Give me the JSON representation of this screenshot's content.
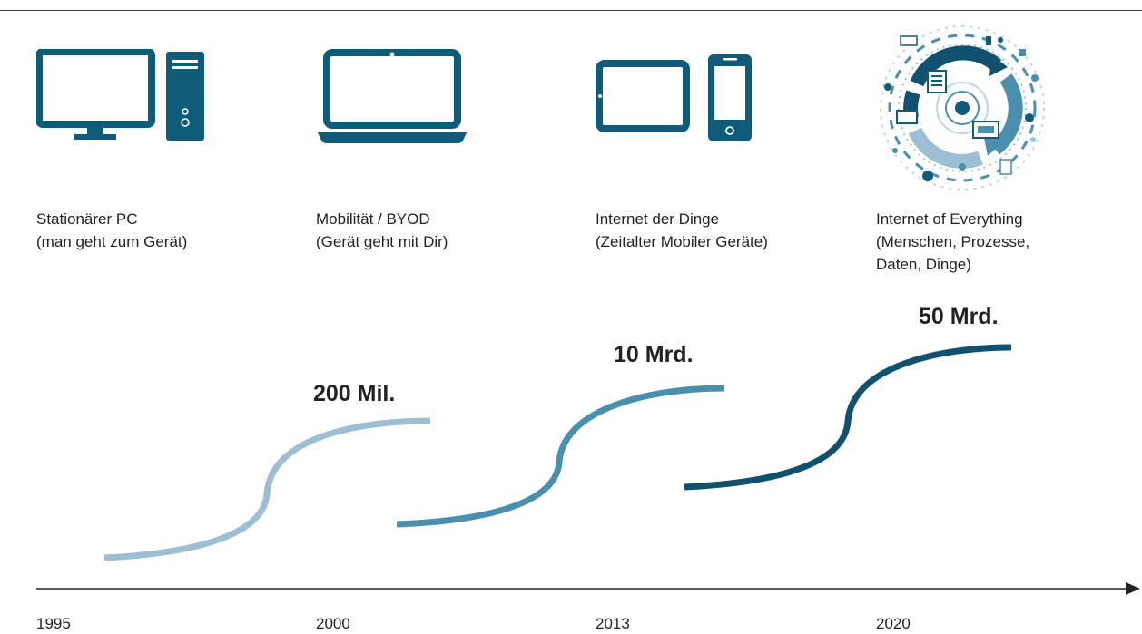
{
  "eras": [
    {
      "line1": "Stationärer PC",
      "line2": "(man geht zum Gerät)",
      "icon": "desktop-pc-icon"
    },
    {
      "line1": "Mobilität / BYOD",
      "line2": "(Gerät geht mit Dir)",
      "icon": "laptop-icon"
    },
    {
      "line1": "Internet der Dinge",
      "line2": "(Zeitalter Mobiler Geräte)",
      "icon": "tablet-phone-icon"
    },
    {
      "line1": "Internet of Everything",
      "line2": "(Menschen, Prozesse,",
      "line3": "Daten, Dinge)",
      "icon": "network-globe-icon"
    }
  ],
  "counts": [
    "200 Mil.",
    "10 Mrd.",
    "50 Mrd."
  ],
  "years": [
    "1995",
    "2000",
    "2013",
    "2020"
  ],
  "colors": {
    "icon": "#0f5b7a",
    "curve1": "#9cbfd3",
    "curve2": "#4a8fad",
    "curve3": "#10516f"
  }
}
